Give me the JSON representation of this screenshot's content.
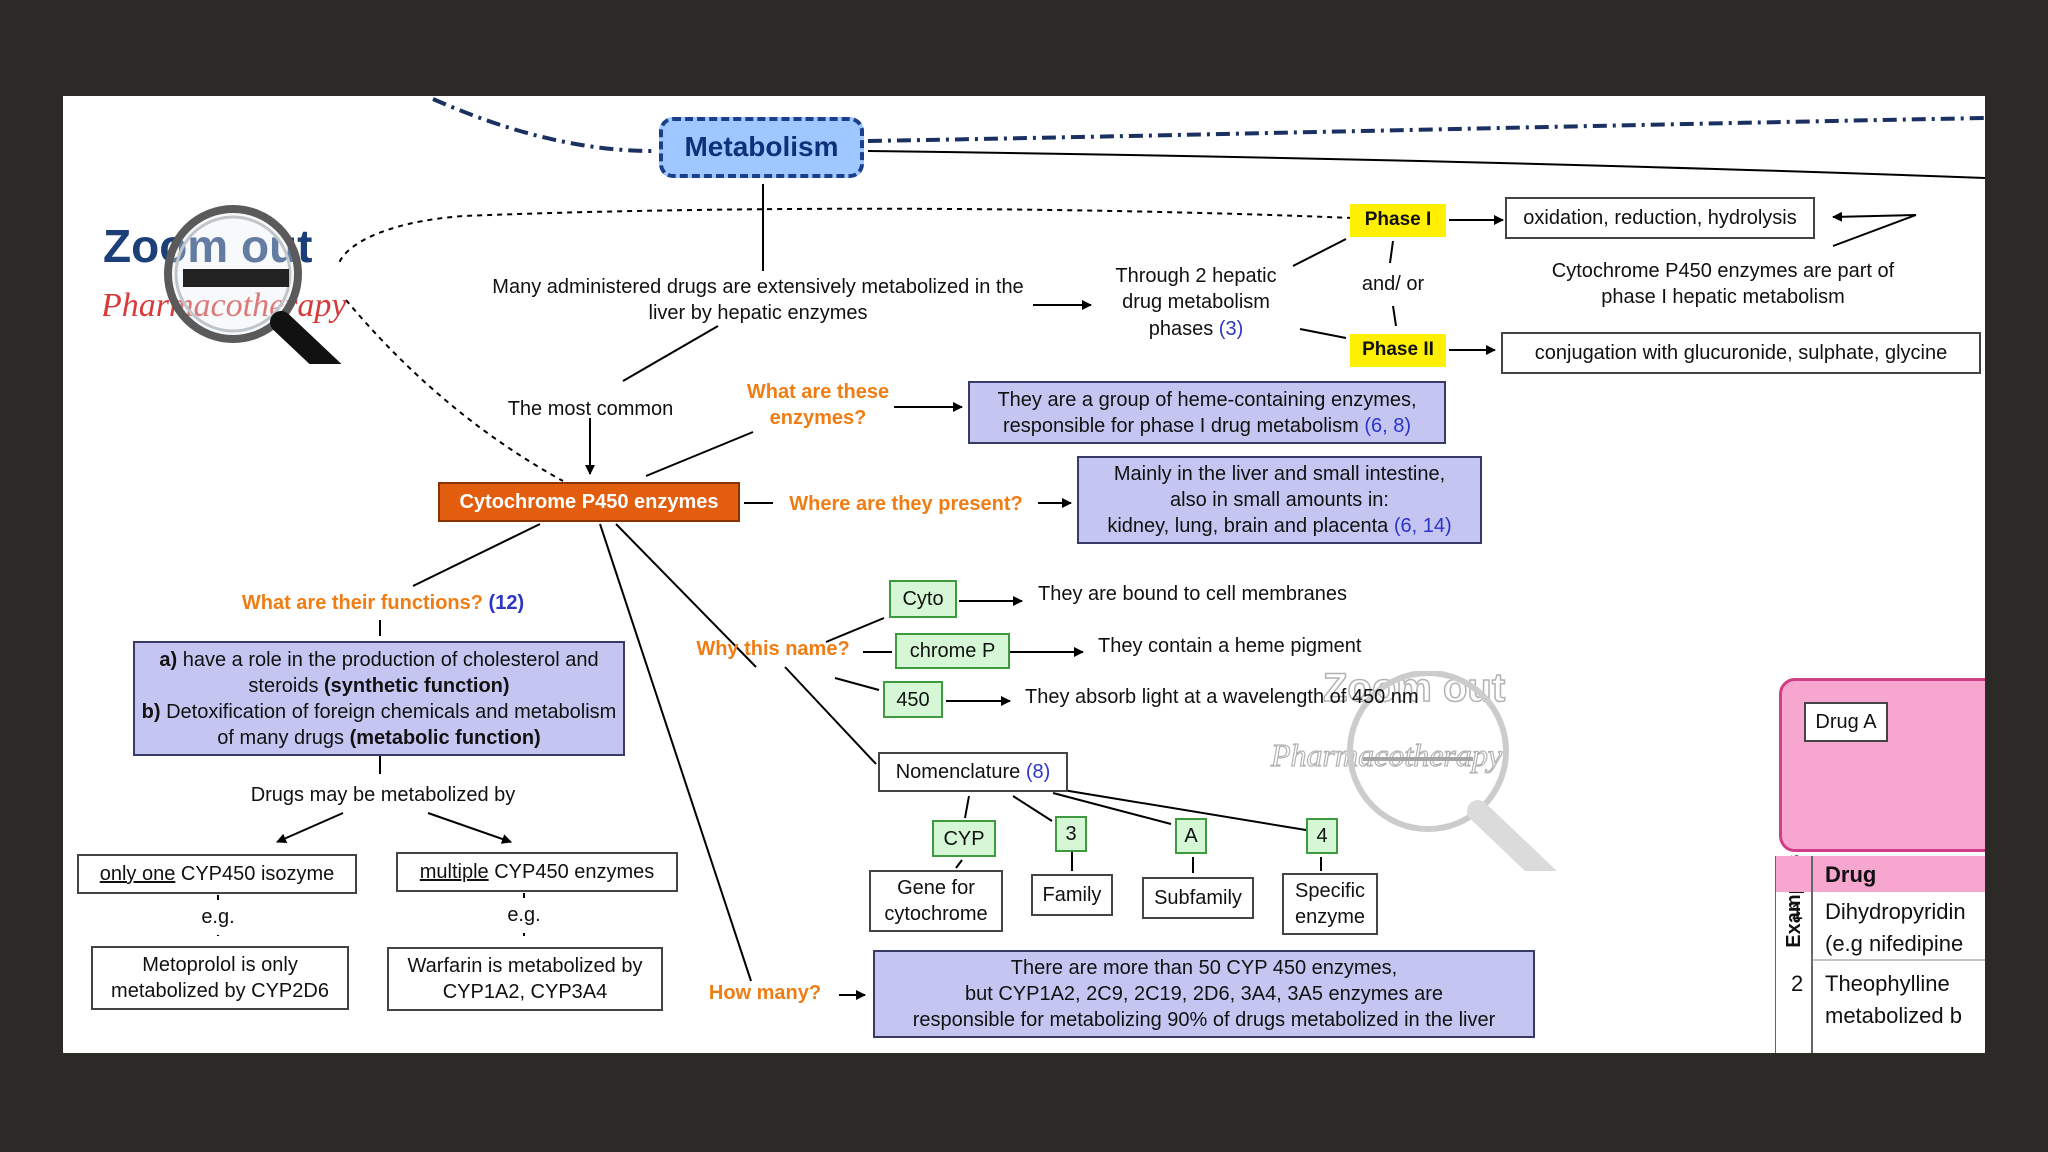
{
  "metabolism": "Metabolism",
  "logo": {
    "line1": "Zoom out",
    "line2": "Pharmacotherapy"
  },
  "intro": "Many administered drugs are extensively metabolized in the liver by hepatic enzymes",
  "phases_text": "Through 2 hepatic drug metabolism phases",
  "phases_ref": "(3)",
  "and_or": "and/ or",
  "phase1": {
    "label": "Phase I",
    "desc": "oxidation, reduction, hydrolysis"
  },
  "phase2": {
    "label": "Phase II",
    "desc": "conjugation with glucuronide, sulphate, glycine"
  },
  "cyp_note": "Cytochrome P450 enzymes are part of phase I hepatic metabolism",
  "most_common": "The most common",
  "cyp_main": "Cytochrome P450 enzymes",
  "what_are": {
    "q": "What are these enzymes?",
    "a": "They are a group of heme-containing enzymes, responsible for phase I drug metabolism",
    "ref": "(6, 8)"
  },
  "where": {
    "q": "Where are they present?",
    "a1": "Mainly in the liver and small intestine,",
    "a2": "also in small amounts in:",
    "a3": "kidney, lung, brain and placenta",
    "ref": "(6, 14)"
  },
  "functions": {
    "q": "What are their functions?",
    "ref": "(12)",
    "a_label": "a)",
    "a_text": "have a role in the production of cholesterol and steroids",
    "a_bold": "(synthetic function)",
    "b_label": "b)",
    "b_text": "Detoxification of foreign chemicals and metabolism of many drugs",
    "b_bold": "(metabolic function)"
  },
  "metabolized_by": "Drugs may be metabolized by",
  "only_one": {
    "u": "only one",
    "rest": "CYP450 isozyme",
    "eg": "e.g.",
    "example": "Metoprolol is only metabolized by CYP2D6"
  },
  "multiple": {
    "u": "multiple",
    "rest": "CYP450 enzymes",
    "eg": "e.g.",
    "example": "Warfarin is metabolized by CYP1A2, CYP3A4"
  },
  "name": {
    "q": "Why this name?",
    "items": [
      {
        "tag": "Cyto",
        "desc": "They are bound to cell membranes"
      },
      {
        "tag": "chrome P",
        "desc": "They contain a heme pigment"
      },
      {
        "tag": "450",
        "desc": "They absorb light at a wavelength of 450 nm"
      }
    ]
  },
  "nomenclature": {
    "label": "Nomenclature",
    "ref": "(8)",
    "parts": [
      {
        "tag": "CYP",
        "desc": "Gene for cytochrome"
      },
      {
        "tag": "3",
        "desc": "Family"
      },
      {
        "tag": "A",
        "desc": "Subfamily"
      },
      {
        "tag": "4",
        "desc": "Specific enzyme"
      }
    ]
  },
  "how_many": {
    "q": "How many?",
    "a1": "There are more than 50 CYP 450 enzymes,",
    "a2": "but CYP1A2, 2C9, 2C19, 2D6, 3A4, 3A5 enzymes are",
    "a3": "responsible for metabolizing 90% of drugs metabolized in the liver"
  },
  "drug_panel": {
    "drug_a": "Drug A",
    "examples_label": "Examples",
    "header": "Drug",
    "rows": [
      {
        "num": "1",
        "line1": "Dihydropyridin",
        "line2": "(e.g nifedipine"
      },
      {
        "num": "2",
        "line1": "Theophylline",
        "line2": "metabolized b"
      }
    ]
  },
  "colors": {
    "background": "#2b2a26",
    "orange_question": "#f07d14",
    "reference_blue": "#2b35c6",
    "blue_box": "#c5c5f2",
    "green_box": "#d6f7d6",
    "phase_yellow": "#ffef00",
    "cyp_orange": "#e35d0e",
    "metabolism_blue": "#9ec8ff",
    "drug_pink": "#f7a6cf"
  }
}
